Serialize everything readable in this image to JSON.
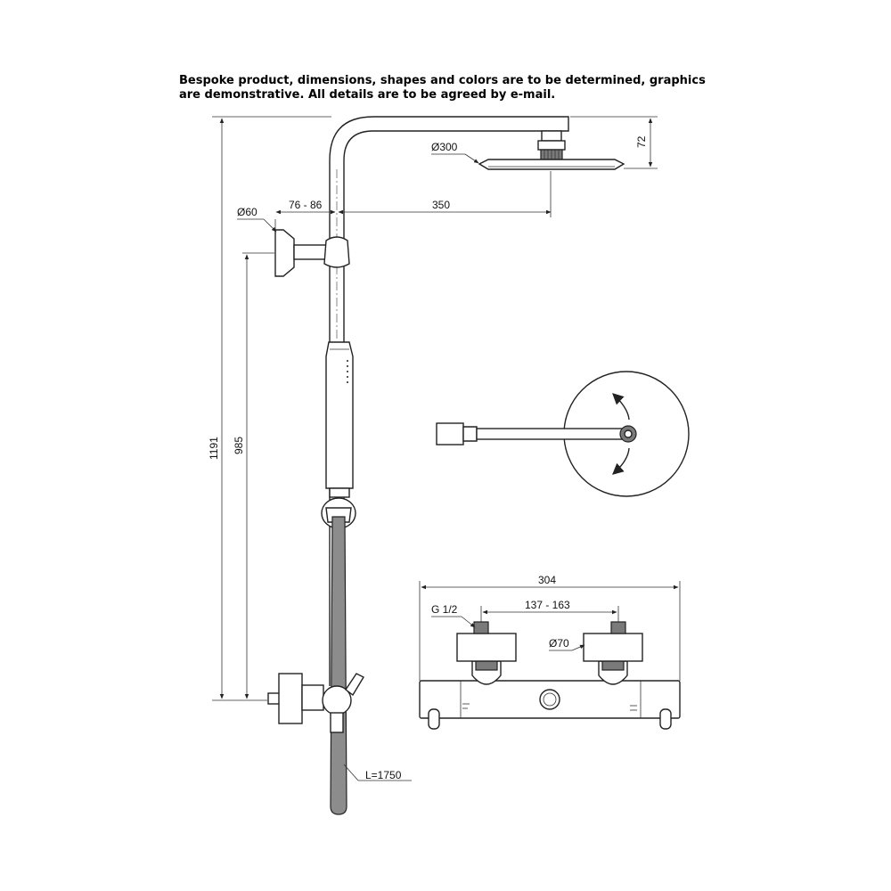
{
  "note": {
    "line1": "Bespoke product, dimensions, shapes and colors are to be determined, graphics",
    "line2": "are demonstrative. All details are to be agreed by e-mail."
  },
  "dimensions": {
    "total_height": "1191",
    "bracket_height": "985",
    "head_drop": "72",
    "head_diameter": "Ø300",
    "arm_length": "350",
    "wall_offset": "76 - 86",
    "bracket_diameter": "Ø60",
    "hose_length": "L=1750",
    "mixer_width": "304",
    "inlet_spacing": "137 - 163",
    "inlet_thread": "G 1/2",
    "eccentric_diameter": "Ø70"
  }
}
